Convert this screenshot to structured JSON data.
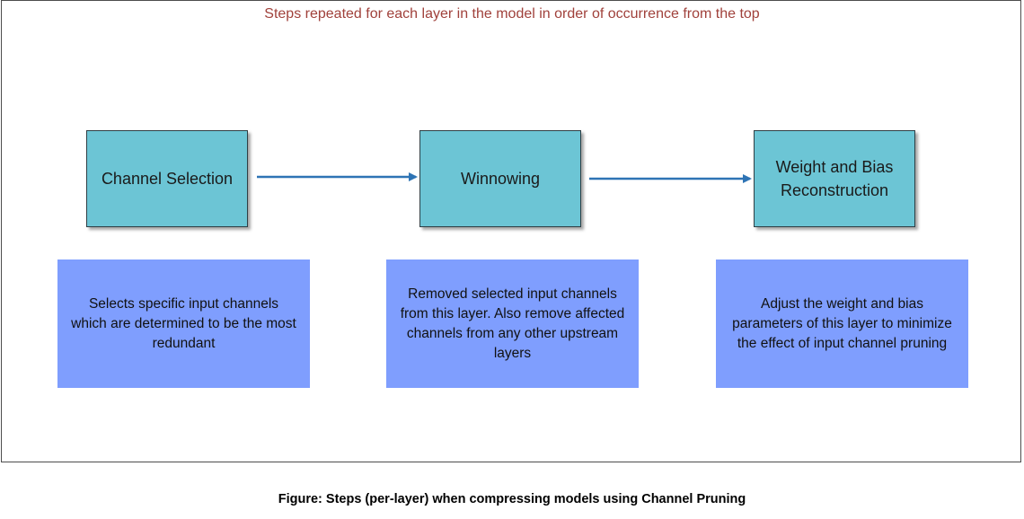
{
  "diagram": {
    "header": "Steps repeated for each layer in the model in order of occurrence from the top",
    "steps": [
      {
        "label": "Channel Selection",
        "description": "Selects specific input channels which are determined to be the most redundant"
      },
      {
        "label": "Winnowing",
        "description": "Removed selected input channels from this layer. Also remove affected channels from any other upstream layers"
      },
      {
        "label": "Weight and Bias Reconstruction",
        "description": "Adjust the weight and bias parameters of this layer to minimize the effect of input channel pruning"
      }
    ],
    "caption": "Figure: Steps (per-layer) when compressing models using Channel Pruning"
  },
  "colors": {
    "header_text": "#a0413b",
    "step_box": "#6cc5d5",
    "description_box": "#7f9efe",
    "arrow": "#2e74b5"
  }
}
